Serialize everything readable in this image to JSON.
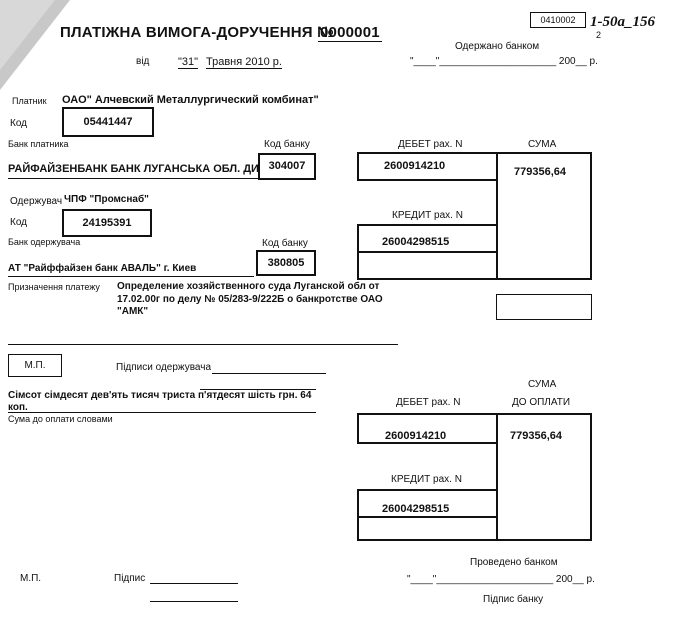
{
  "header": {
    "title": "ПЛАТІЖНА ВИМОГА-ДОРУЧЕННЯ №",
    "number": "0000001",
    "form_code": "0410002",
    "stamp": "1-50а_156",
    "page_marker": "2",
    "date_label": "від",
    "date_day": "\"31\"",
    "date_month_year": "Травня 2010 р.",
    "received_label": "Одержано банком",
    "received_date": "\"____\"_____________________ 200__ р."
  },
  "payer": {
    "label": "Платник",
    "name": "ОАО\" Алчевский Металлургический комбинат\"",
    "code_label": "Код",
    "code": "05441447",
    "bank_label": "Банк платника",
    "bank_name": "РАЙФАЙЗЕНБАНК БАНК ЛУГАНСЬКА ОБЛ. ДИ",
    "bank_code_label": "Код банку",
    "bank_code": "304007"
  },
  "recipient": {
    "label": "Одержувач",
    "name": "ЧПФ \"Промснаб\"",
    "code_label": "Код",
    "code": "24195391",
    "bank_label": "Банк одержувача",
    "bank_name": "АТ \"Райффайзен банк АВАЛЬ\" г. Киев",
    "bank_code_label": "Код банку",
    "bank_code": "380805"
  },
  "accounts_top": {
    "debit_label": "ДЕБЕТ рах. N",
    "debit": "2600914210",
    "credit_label": "КРЕДИТ рах. N",
    "credit": "26004298515",
    "sum_label": "СУМА",
    "sum": "779356,64"
  },
  "purpose": {
    "label": "Призначення платежу",
    "text_line1": "Определение хозяйственного суда  Луганской обл от",
    "text_line2": "17.02.00г по делу № 05/283-9/222Б о банкротстве ОАО",
    "text_line3": "\"АМК\""
  },
  "middle": {
    "mp_label": "М.П.",
    "signatures_label": "Підписи одержувача",
    "amount_words_line1": "Сімсот сімдесят дев'ять тисяч триста п'ятдесят шість грн. 64",
    "amount_words_line2": "коп.",
    "amount_words_label": "Сума до оплати словами"
  },
  "accounts_bottom": {
    "debit_label": "ДЕБЕТ рах. N",
    "debit": "2600914210",
    "credit_label": "КРЕДИТ рах. N",
    "credit": "26004298515",
    "sum_label_1": "СУМА",
    "sum_label_2": "ДО ОПЛАТИ",
    "sum": "779356,64"
  },
  "footer": {
    "mp_label": "М.П.",
    "signature_label": "Підпис",
    "processed_label": "Проведено банком",
    "processed_date": "\"____\"_____________________ 200__ р.",
    "bank_signature_label": "Підпис банку"
  }
}
